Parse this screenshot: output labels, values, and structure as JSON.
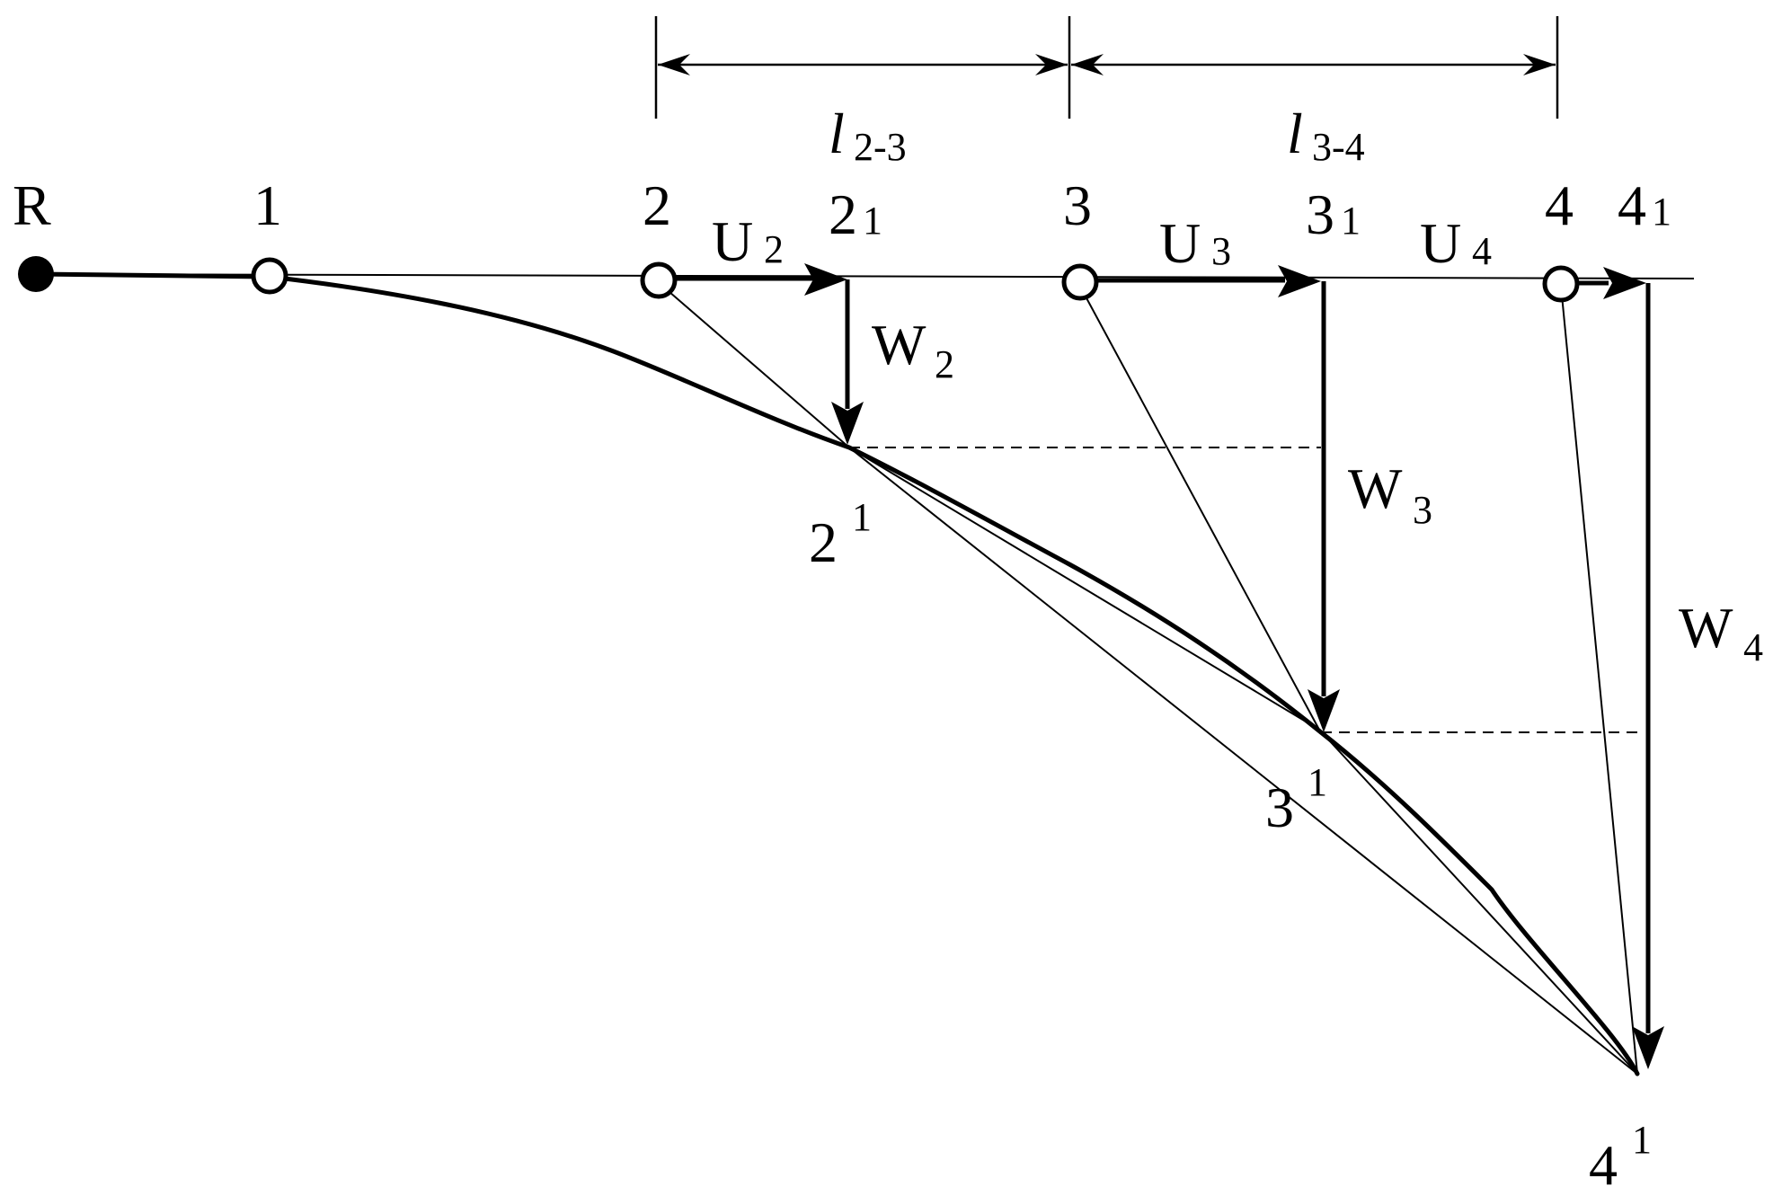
{
  "labels": {
    "R": "R",
    "n1": "1",
    "n2": "2",
    "n2_1_main": "2",
    "n2_1_sub": "1",
    "n3": "3",
    "n3_1_main": "3",
    "n3_1_sub": "1",
    "n4": "4",
    "n4_1_main": "4",
    "n4_1_sub": "1",
    "p2_main": "2",
    "p2_sup": "1",
    "p3_main": "3",
    "p3_sup": "1",
    "p4_main": "4",
    "p4_sup": "1",
    "U2_main": "U",
    "U2_sub": "2",
    "U3_main": "U",
    "U3_sub": "3",
    "U4_main": "U",
    "U4_sub": "4",
    "W2_main": "W",
    "W2_sub": "2",
    "W3_main": "W",
    "W3_sub": "3",
    "W4_main": "W",
    "W4_sub": "4",
    "l23_main": "l",
    "l23_sub": "2-3",
    "l34_main": "l",
    "l34_sub": "3-4"
  }
}
